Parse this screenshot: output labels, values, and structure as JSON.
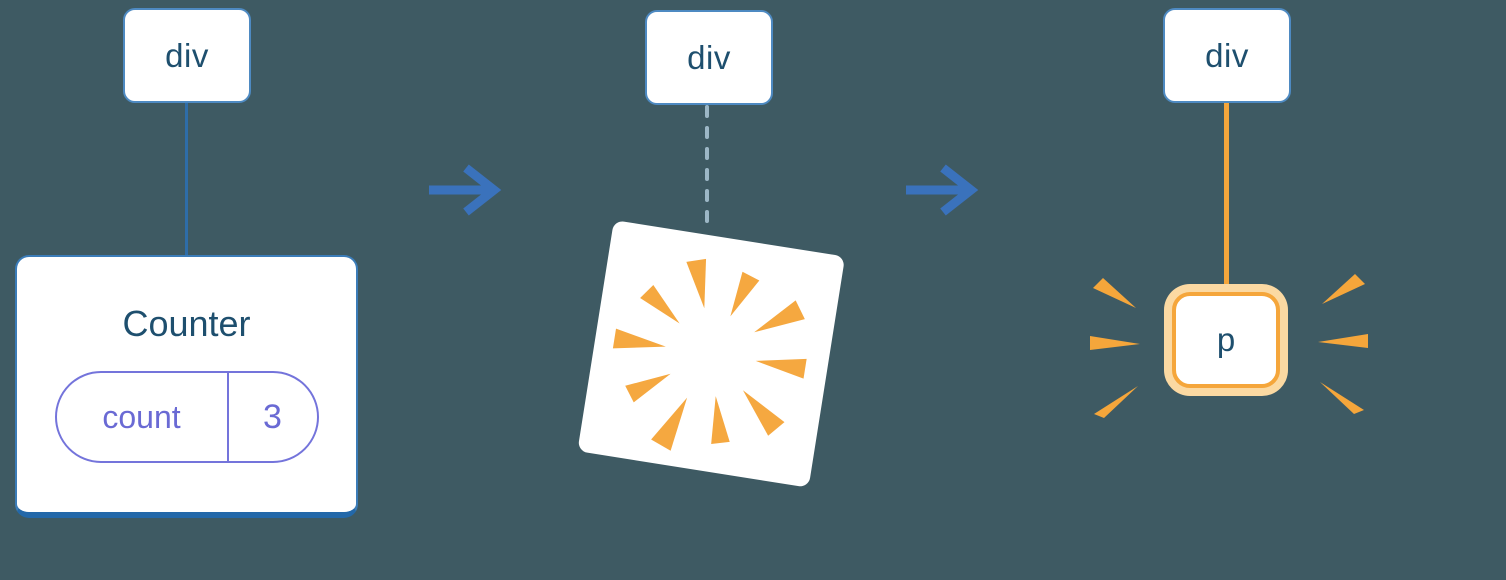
{
  "colors": {
    "background": "#3E5A63",
    "node_border_blue": "#4E8AC2",
    "node_text_blue": "#1E4F6E",
    "edge_blue": "#2E6DA8",
    "edge_dashed_blue": "#9CB7C6",
    "arrow_blue": "#3A72BC",
    "state_purple": "#6A6AD4",
    "highlight_orange": "#F5A63B",
    "highlight_halo_orange": "#FBD9A2",
    "card_white": "#FFFFFF"
  },
  "steps": [
    {
      "parent_label": "div",
      "child": {
        "kind": "component",
        "title": "Counter",
        "state": [
          {
            "key": "count",
            "value": "3"
          }
        ]
      }
    },
    {
      "parent_label": "div",
      "child": {
        "kind": "poof"
      }
    },
    {
      "parent_label": "div",
      "child": {
        "kind": "element",
        "label": "p"
      }
    }
  ],
  "icons": {
    "arrow_right": "arrow-right-icon",
    "poof_burst": "poof-burst-icon",
    "sparkle_left": "sparkle-burst-left-icon",
    "sparkle_right": "sparkle-burst-right-icon"
  }
}
